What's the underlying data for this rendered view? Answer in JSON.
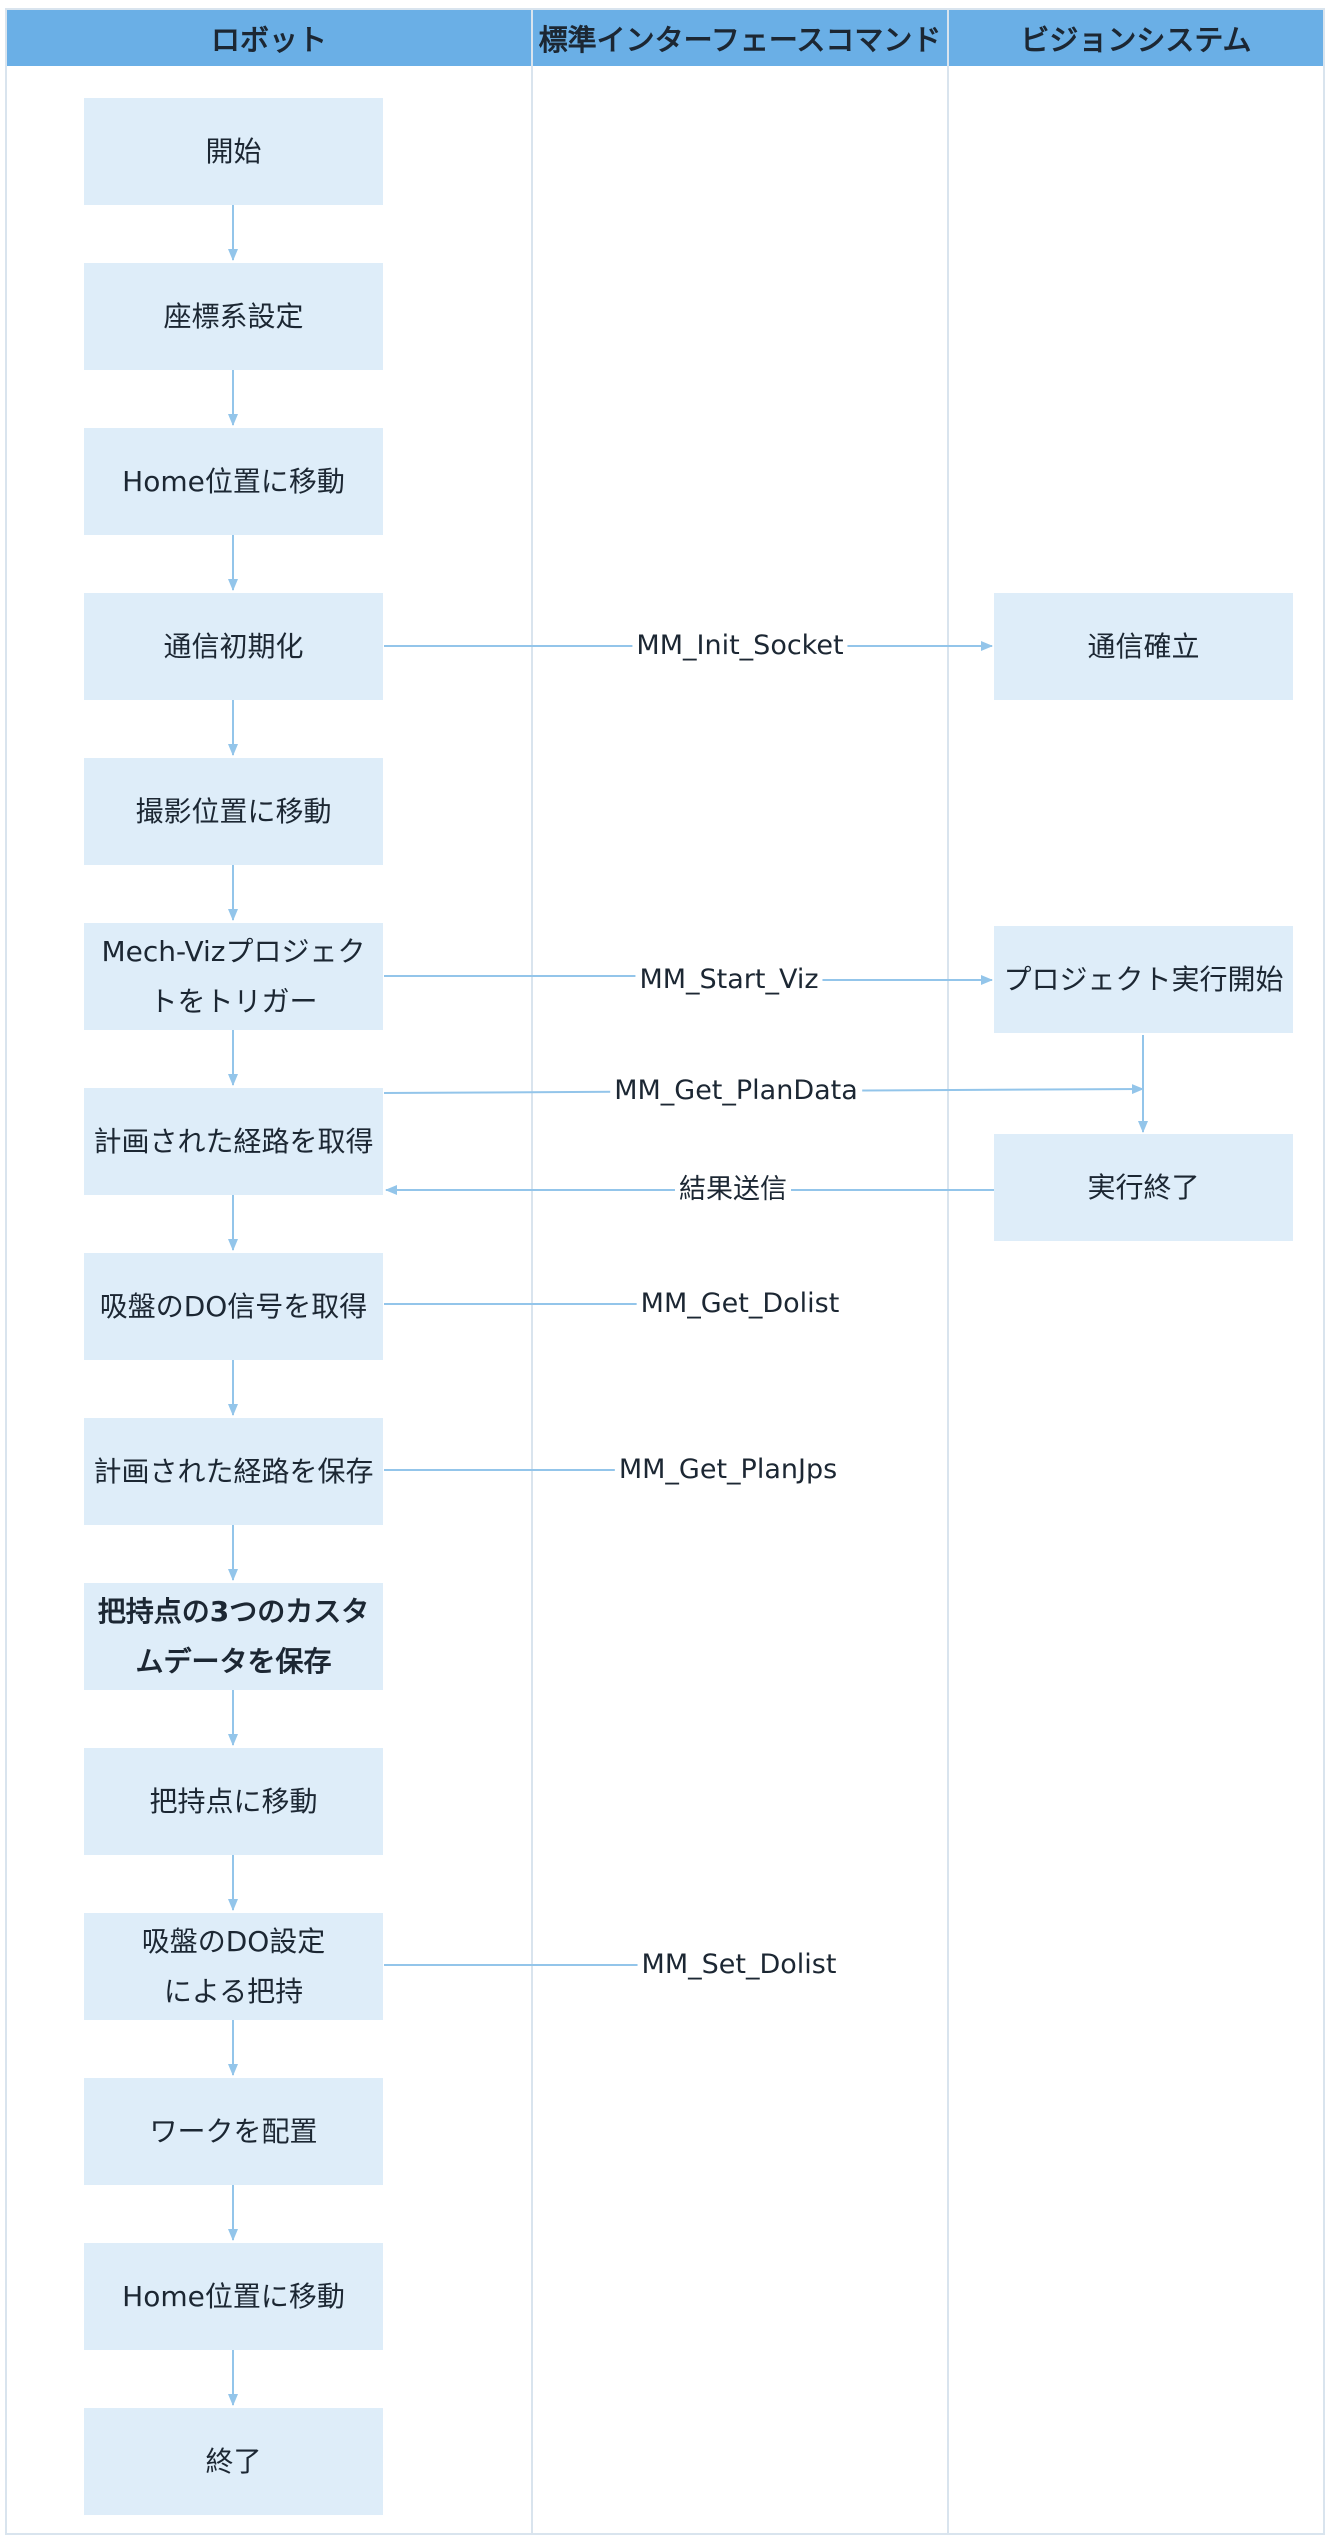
{
  "lanes": {
    "robot": "ロボット",
    "interface": "標準インターフェースコマンド",
    "vision": "ビジョンシステム"
  },
  "nodes": {
    "start": "開始",
    "coord": "座標系設定",
    "home1": "Home位置に移動",
    "init": "通信初期化",
    "capture": "撮影位置に移動",
    "trigger_l1": "Mech-Vizプロジェク",
    "trigger_l2": "トをトリガー",
    "getpath": "計画された経路を取得",
    "getdo": "吸盤のDO信号を取得",
    "savepath": "計画された経路を保存",
    "custom_l1": "把持点の3つのカスタ",
    "custom_l2": "ムデータを保存",
    "movegrasp": "把持点に移動",
    "setdo_l1": "吸盤のDO設定",
    "setdo_l2": "による把持",
    "place": "ワークを配置",
    "home2": "Home位置に移動",
    "end": "終了",
    "established": "通信確立",
    "projstart": "プロジェクト実行開始",
    "execend": "実行終了"
  },
  "commands": {
    "init_socket": "MM_Init_Socket",
    "start_viz": "MM_Start_Viz",
    "get_plandata": "MM_Get_PlanData",
    "result_send": "結果送信",
    "get_dolist": "MM_Get_Dolist",
    "get_planjps": "MM_Get_PlanJps",
    "set_dolist": "MM_Set_Dolist"
  },
  "colors": {
    "header": "#6aafe6",
    "node": "#deedf9",
    "connector": "#93c5ea",
    "divider": "#d9e4ee"
  }
}
